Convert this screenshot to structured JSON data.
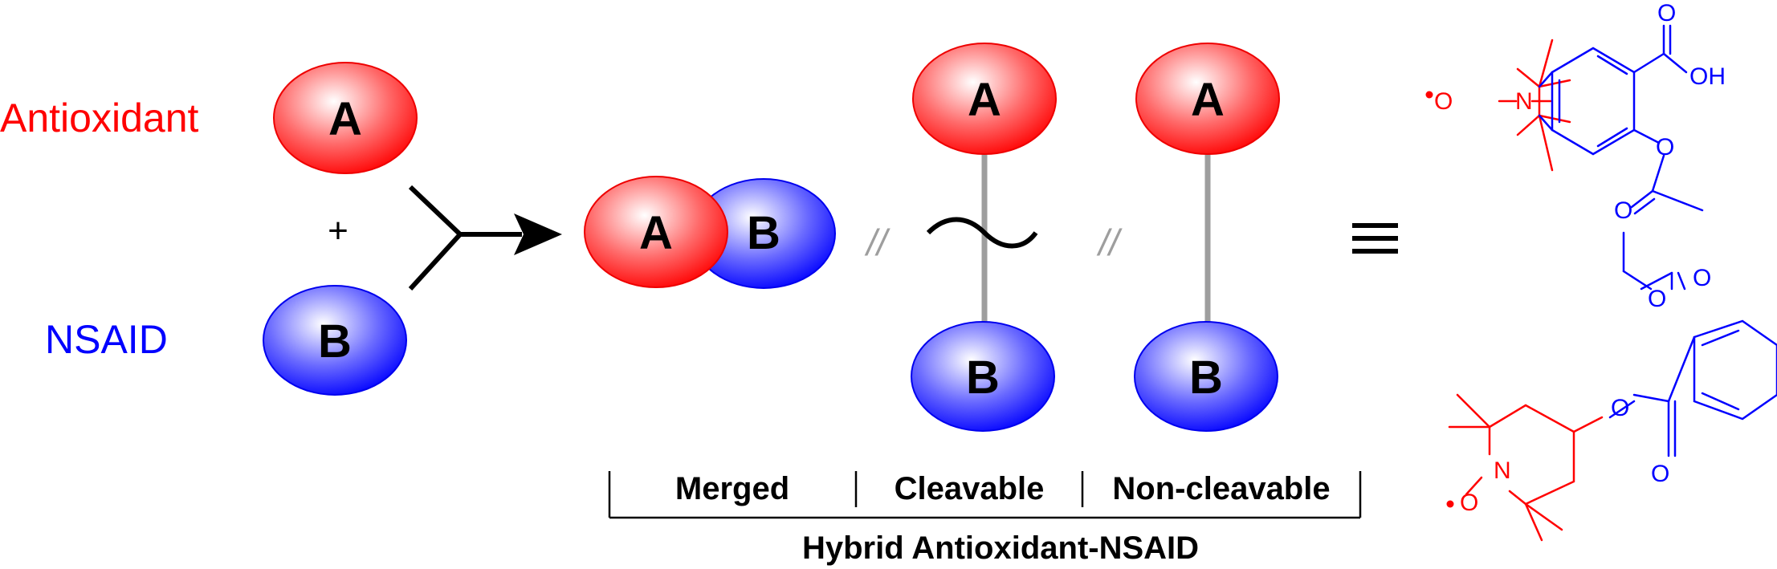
{
  "colors": {
    "antioxidant": "#ff0000",
    "nsaid": "#0000ff",
    "black": "#000000",
    "linker": "#9e9e9e"
  },
  "left": {
    "antioxidant_label": "Antioxidant",
    "nsaid_label": "NSAID",
    "plus": "+",
    "node_a": "A",
    "node_b": "B"
  },
  "hybrids": {
    "merged": {
      "a": "A",
      "b": "B"
    },
    "cleavable": {
      "a": "A",
      "b": "B",
      "linker_symbol": "~"
    },
    "noncleavable": {
      "a": "A",
      "b": "B"
    },
    "separator": "//",
    "equiv": "≡"
  },
  "categories": {
    "merged": "Merged",
    "cleavable": "Cleavable",
    "noncleavable": "Non-cleavable",
    "bracket_title": "Hybrid Antioxidant-NSAID"
  },
  "molecules": {
    "top": {
      "radical_o": "O",
      "n_label": "N",
      "carbonyl_o": "O",
      "oh": "OH",
      "ester_o": "O",
      "acetyl_o": "O"
    },
    "bottom": {
      "acetyl_o": "O",
      "ring_ester_o": "O",
      "ester_o": "O",
      "carbonyl_o": "O",
      "n_label": "N",
      "radical_o": "O"
    }
  }
}
